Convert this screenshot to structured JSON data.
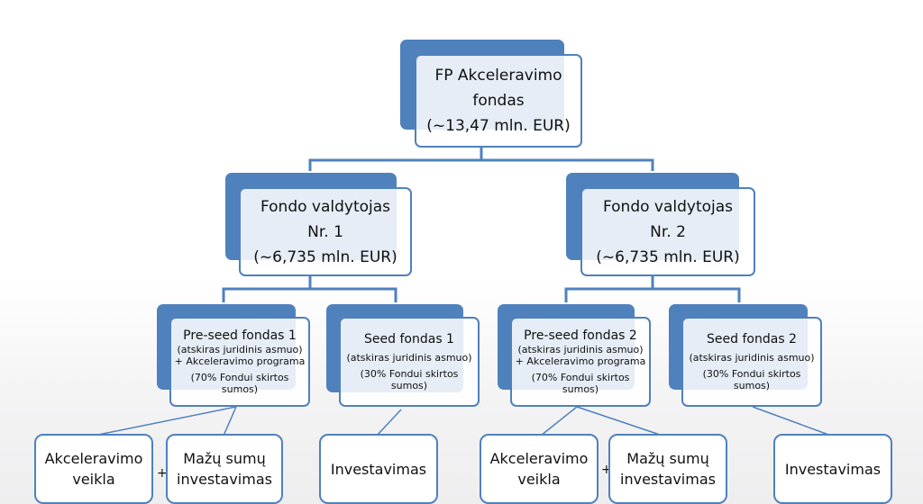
{
  "root": {
    "line1": "FP Akceleravimo",
    "line2": "fondas",
    "line3": "(~13,47  mln. EUR)"
  },
  "managers": [
    {
      "line1": "Fondo valdytojas",
      "line2": "Nr. 1",
      "line3": "(~6,735  mln. EUR)"
    },
    {
      "line1": "Fondo valdytojas",
      "line2": "Nr. 2",
      "line3": "(~6,735  mln. EUR)"
    }
  ],
  "funds": [
    {
      "title": "Pre-seed fondas 1",
      "line1": "(atskiras juridinis asmuo)",
      "line2": "+ Akceleravimo programa",
      "line3": "(70% Fondui skirtos",
      "line4": "sumos)"
    },
    {
      "title": "Seed fondas 1",
      "line1": "(atskiras juridinis asmuo)",
      "line2": "(30% Fondui skirtos",
      "line3": "sumos)"
    },
    {
      "title": "Pre-seed fondas 2",
      "line1": "(atskiras juridinis asmuo)",
      "line2": "+ Akceleravimo programa",
      "line3": "(70% Fondui skirtos",
      "line4": "sumos)"
    },
    {
      "title": "Seed fondas 2",
      "line1": "(atskiras juridinis asmuo)",
      "line2": "(30% Fondui skirtos",
      "line3": "sumos)"
    }
  ],
  "activities": [
    {
      "line1": "Akceleravimo",
      "line2": "veikla"
    },
    {
      "line1": "Mažų sumų",
      "line2": "investavimas"
    },
    {
      "line1": "Investavimas"
    },
    {
      "line1": "Akceleravimo",
      "line2": "veikla"
    },
    {
      "line1": "Mažų sumų",
      "line2": "investavimas"
    },
    {
      "line1": "Investavimas"
    }
  ],
  "plus_sign": "+",
  "colors": {
    "accent": "#4f81bd",
    "card_fill": "#ffffff"
  }
}
